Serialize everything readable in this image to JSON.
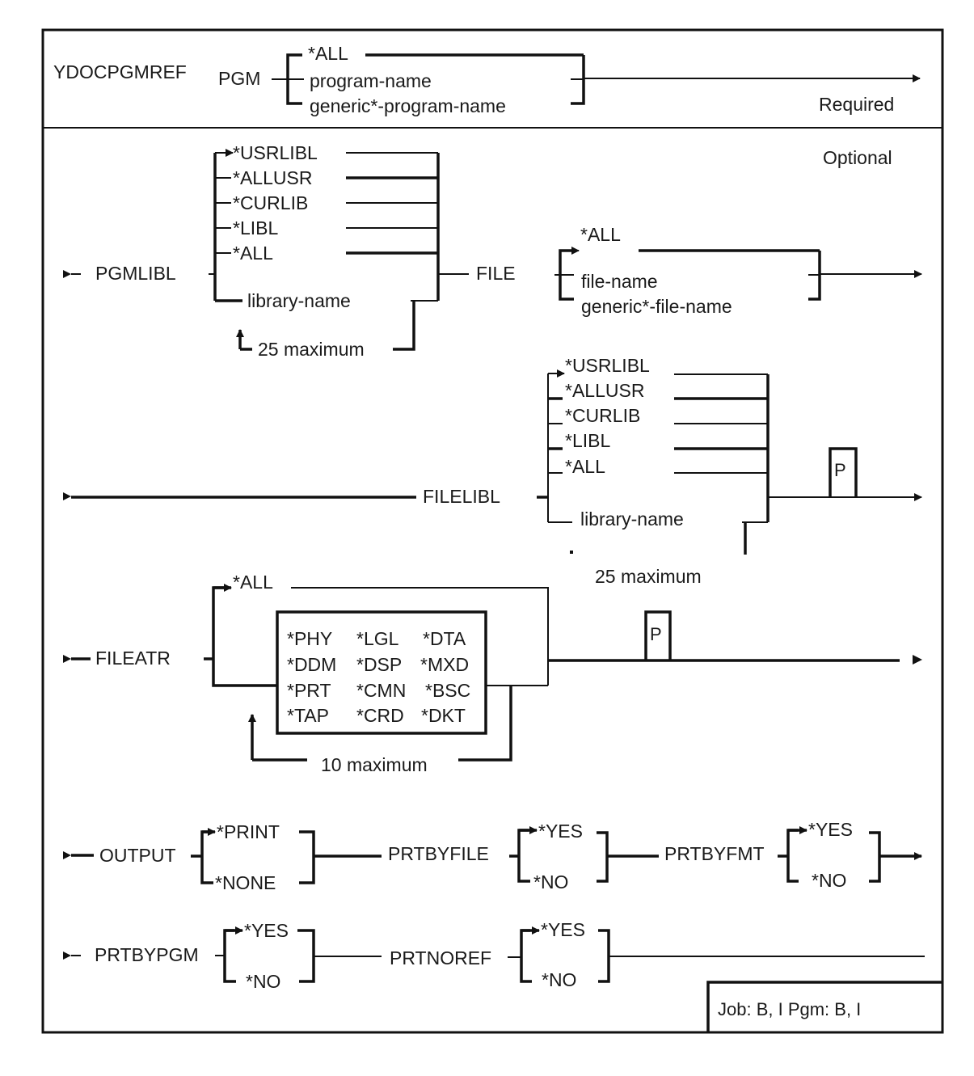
{
  "command": "YDOCPGMREF",
  "sections": {
    "required_label": "Required",
    "optional_label": "Optional"
  },
  "pgm": {
    "keyword": "PGM",
    "options": [
      "*ALL",
      "program-name",
      "generic*-program-name"
    ]
  },
  "pgmlibl": {
    "keyword": "PGMLIBL",
    "options": [
      "*USRLIBL",
      "*ALLUSR",
      "*CURLIB",
      "*LIBL",
      "*ALL"
    ],
    "custom": "library-name",
    "repeat": "25 maximum"
  },
  "file": {
    "keyword": "FILE",
    "options": [
      "*ALL",
      "file-name",
      "generic*-file-name"
    ]
  },
  "filelibl": {
    "keyword": "FILELIBL",
    "options": [
      "*USRLIBL",
      "*ALLUSR",
      "*CURLIB",
      "*LIBL",
      "*ALL"
    ],
    "custom": "library-name",
    "repeat": "25 maximum",
    "positional_marker": "P"
  },
  "fileatr": {
    "keyword": "FILEATR",
    "default": "*ALL",
    "values": [
      [
        "*PHY",
        "*LGL",
        "*DTA"
      ],
      [
        "*DDM",
        "*DSP",
        "*MXD"
      ],
      [
        "*PRT",
        "*CMN",
        "*BSC"
      ],
      [
        "*TAP",
        "*CRD",
        "*DKT"
      ]
    ],
    "repeat": "10 maximum",
    "positional_marker": "P"
  },
  "output": {
    "keyword": "OUTPUT",
    "options": [
      "*PRINT",
      "*NONE"
    ]
  },
  "prtbyfile": {
    "keyword": "PRTBYFILE",
    "options": [
      "*YES",
      "*NO"
    ]
  },
  "prtbyfmt": {
    "keyword": "PRTBYFMT",
    "options": [
      "*YES",
      "*NO"
    ]
  },
  "prtbypgm": {
    "keyword": "PRTBYPGM",
    "options": [
      "*YES",
      "*NO"
    ]
  },
  "prtnoref": {
    "keyword": "PRTNOREF",
    "options": [
      "*YES",
      "*NO"
    ]
  },
  "threadsafe_note": "Job: B, I   Pgm: B, I"
}
